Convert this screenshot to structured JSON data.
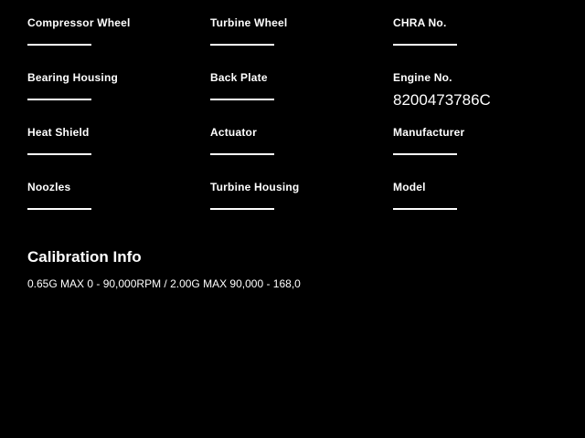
{
  "colors": {
    "background": "#000000",
    "text": "#ffffff"
  },
  "fields": [
    {
      "label": "Compressor Wheel",
      "value": ""
    },
    {
      "label": "Turbine Wheel",
      "value": ""
    },
    {
      "label": "CHRA No.",
      "value": ""
    },
    {
      "label": "Bearing Housing",
      "value": ""
    },
    {
      "label": "Back Plate",
      "value": ""
    },
    {
      "label": "Engine No.",
      "value": "8200473786C"
    },
    {
      "label": "Heat Shield",
      "value": ""
    },
    {
      "label": "Actuator",
      "value": ""
    },
    {
      "label": "Manufacturer",
      "value": ""
    },
    {
      "label": "Noozles",
      "value": ""
    },
    {
      "label": "Turbine Housing",
      "value": ""
    },
    {
      "label": "Model",
      "value": ""
    }
  ],
  "calibration": {
    "title": "Calibration Info",
    "value": "0.65G MAX 0 - 90,000RPM / 2.00G MAX 90,000 - 168,0"
  }
}
